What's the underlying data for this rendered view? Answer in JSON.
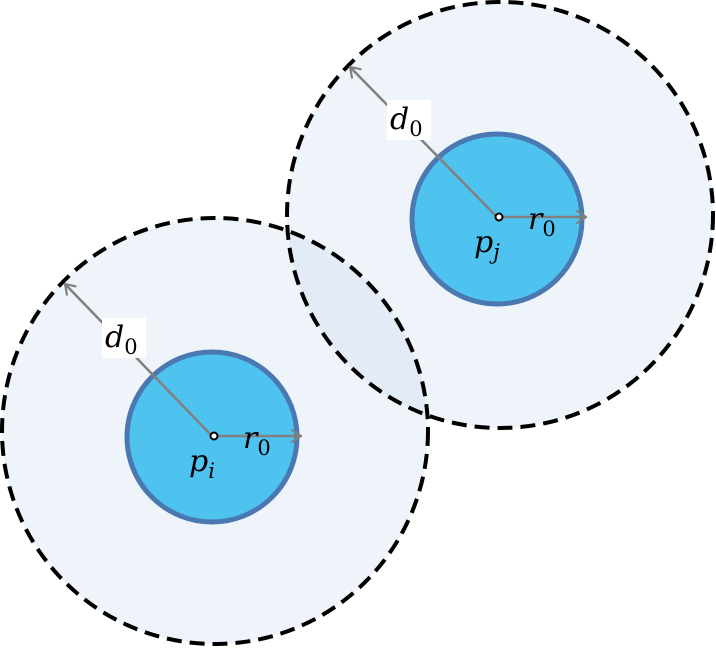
{
  "diagram": {
    "labels": {
      "d0_i": {
        "main": "d",
        "sub": "0"
      },
      "r0_i": {
        "main": "r",
        "sub": "0"
      },
      "p_i": {
        "main": "p",
        "sub": "i"
      },
      "d0_j": {
        "main": "d",
        "sub": "0"
      },
      "r0_j": {
        "main": "r",
        "sub": "0"
      },
      "p_j": {
        "main": "p",
        "sub": "j"
      }
    },
    "colors": {
      "core_fill": "#4fc3f0",
      "core_stroke": "#4a78b0",
      "range_fill": "#eff4fb",
      "overlap_fill": "#e2ebf6",
      "dash_stroke": "#000000",
      "arrow": "#808080"
    }
  }
}
